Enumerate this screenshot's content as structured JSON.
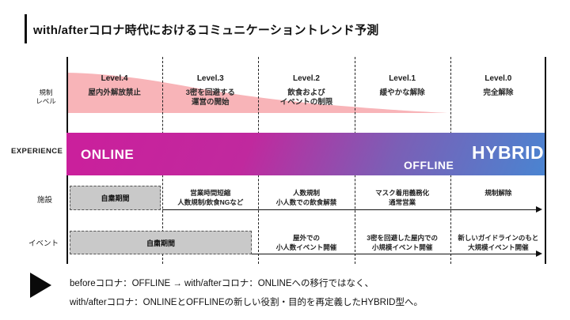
{
  "title": "with/afterコロナ時代におけるコミュニケーショントレンド予測",
  "row_labels": {
    "regulation": "規制\nレベル",
    "experience": "EXPERIENCE",
    "facility": "施設",
    "event": "イベント"
  },
  "levels": [
    {
      "name": "Level.4",
      "desc": "屋内外解放禁止"
    },
    {
      "name": "Level.3",
      "desc": "3密を回避する\n運営の開始"
    },
    {
      "name": "Level.2",
      "desc": "飲食および\nイベントの制限"
    },
    {
      "name": "Level.1",
      "desc": "緩やかな解除"
    },
    {
      "name": "Level.0",
      "desc": "完全解除"
    }
  ],
  "experience": {
    "online": "ONLINE",
    "offline": "OFFLINE",
    "hybrid": "HYBRID"
  },
  "facility": {
    "box": "自粛期間",
    "cells": [
      "営業時間短縮\n人数規制/飲食NGなど",
      "人数規制\n小人数での飲食解禁",
      "マスク着用義務化\n通常営業",
      "規制解除"
    ]
  },
  "event": {
    "box": "自粛期間",
    "cells": [
      "屋外での\n小人数イベント開催",
      "3密を回避した屋内での\n小規模イベント開催",
      "新しいガイドラインのもと\n大規模イベント開催"
    ]
  },
  "footer": {
    "line1": "beforeコロナ：OFFLINE → with/afterコロナ：ONLINEへの移行ではなく、",
    "line2": "with/afterコロナ：ONLINEとOFFLINEの新しい役割・目的を再定義したHYBRID型へ。"
  },
  "colors": {
    "wave_pink": "#f8b4b8",
    "gradient_magenta": "#cb1f9c",
    "gradient_blue": "#4a84d1",
    "box_gray": "#c9c9c9"
  }
}
